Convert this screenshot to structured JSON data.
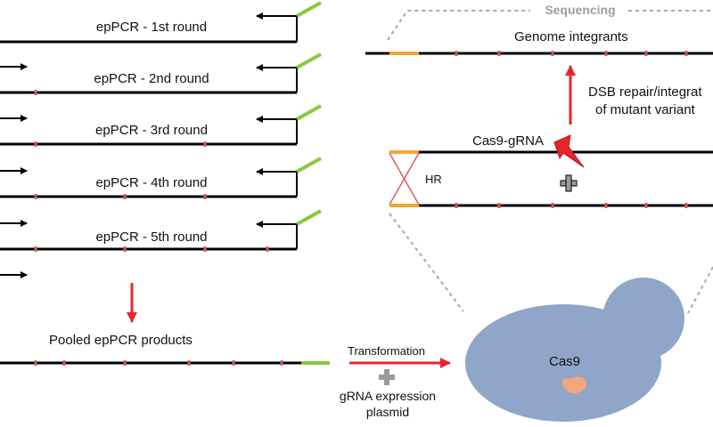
{
  "rounds": [
    {
      "label": "epPCR - 1st round"
    },
    {
      "label": "epPCR - 2nd round"
    },
    {
      "label": "epPCR - 3rd round"
    },
    {
      "label": "epPCR - 4th round"
    },
    {
      "label": "epPCR - 5th round"
    }
  ],
  "pooled": {
    "label": "Pooled epPCR products"
  },
  "transformation": {
    "label": "Transformation"
  },
  "grna": {
    "line1": "gRNA expression",
    "line2": "plasmid"
  },
  "cell": {
    "label": "Cas9"
  },
  "sequencing": {
    "label": "Sequencing"
  },
  "genome": {
    "label": "Genome integrants"
  },
  "dsb": {
    "line1": "DSB repair/integrat",
    "line2": "of mutant variant"
  },
  "cas9grna": {
    "label": "Cas9-gRNA"
  },
  "hr": {
    "label": "HR"
  },
  "colors": {
    "arrow_red": "#e8242a",
    "mutation_red": "#e05a5a",
    "primer_green": "#8dc63f",
    "homology_orange": "#f0a830",
    "cell_blue": "#8fa6c8",
    "nucleus_orange": "#f4a57a",
    "plus_gray": "#9a9a9a",
    "dash_gray": "#aaaaaa"
  }
}
